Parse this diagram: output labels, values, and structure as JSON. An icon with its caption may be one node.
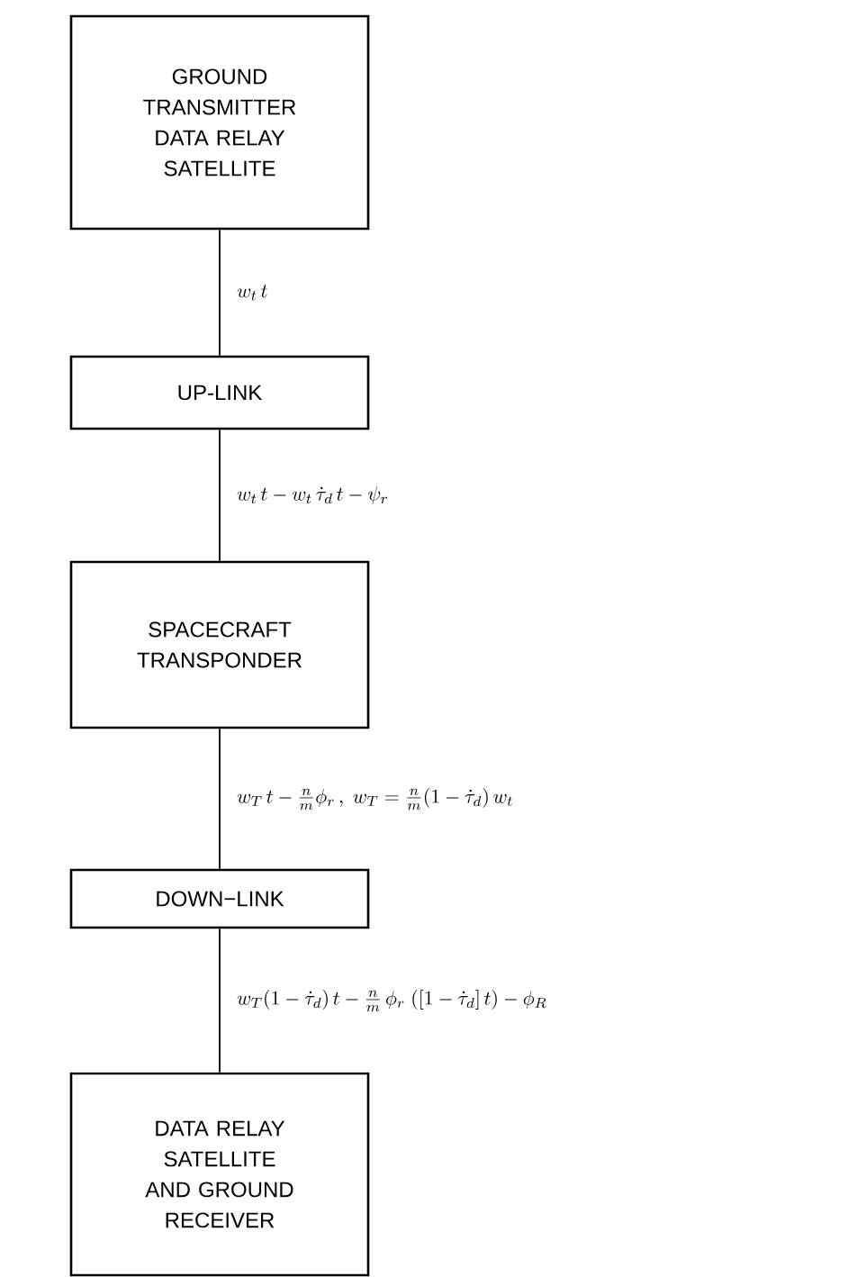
{
  "diagram": {
    "nodes": [
      {
        "text": [
          "GROUND TRANSMITTER DATA RELAY SATELLITE"
        ]
      },
      {
        "text": [
          "UP-LINK"
        ]
      },
      {
        "text": [
          "SPACECRAFT TRANSPONDER"
        ]
      },
      {
        "text": [
          "DOWN−LINK"
        ]
      },
      {
        "text": [
          "DATA RELAY SATELLITE AND GROUND RECEIVER"
        ]
      }
    ],
    "edges": [
      {
        "from": 0,
        "to": 1,
        "arrow": "none",
        "label": "w_t\\, t"
      },
      {
        "from": 1,
        "to": 2,
        "arrow": "none",
        "label": "w_t\\, t - w_t\\, \\dot{\\tau}_d\\, t - \\psi_r"
      },
      {
        "from": 2,
        "to": 3,
        "arrow": "none",
        "label": "w_T\\, t - \\frac{n}{m}\\phi_r\\,,\\ w_T = \\frac{n}{m}(1-\\dot{\\tau}_d)\\, w_t"
      },
      {
        "from": 3,
        "to": 4,
        "arrow": "none",
        "label": "w_T (1-\\dot{\\tau}_d)\\, t - \\frac{n}{m}\\,\\phi_r\\ ([1-\\dot{\\tau}_d]\\, t) - \\phi_R"
      }
    ]
  }
}
